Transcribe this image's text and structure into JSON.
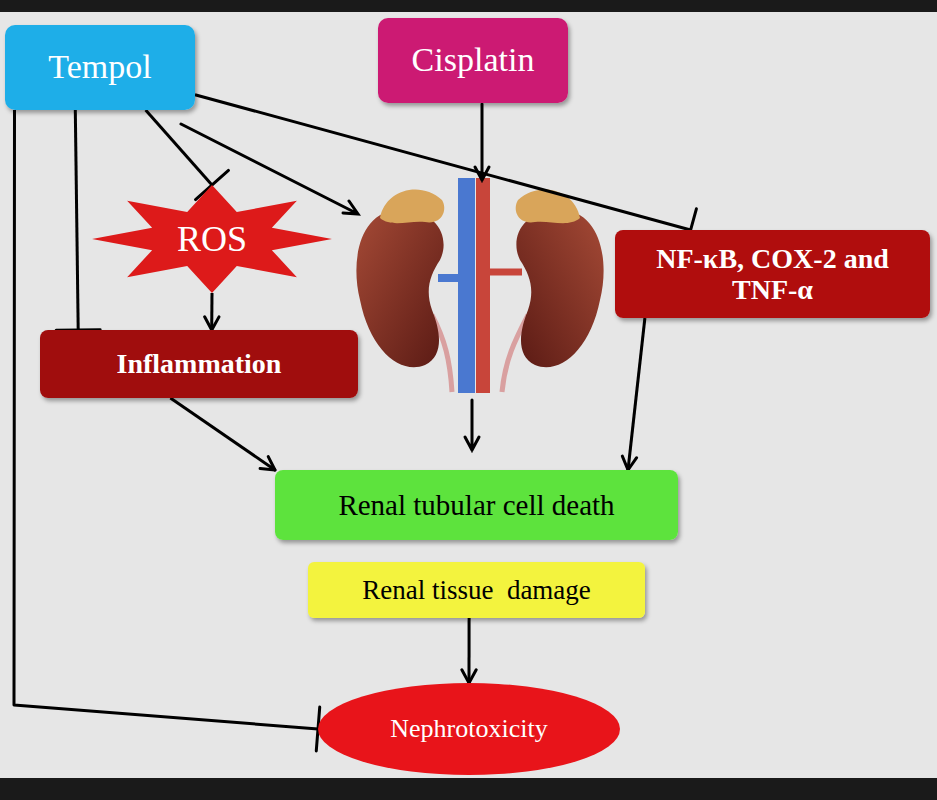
{
  "diagram": {
    "nodes": [
      {
        "text": [
          "Tempol"
        ]
      },
      {
        "text": [
          "Cisplatin"
        ]
      },
      {
        "text": [
          "ROS"
        ]
      },
      {
        "text": [
          "NF-κB, COX-2 and TNF-α"
        ]
      },
      {
        "text": [
          "Inflammation"
        ]
      },
      {
        "text": [
          "Renal tubular cell death"
        ]
      },
      {
        "text": [
          "Renal tissue  damage"
        ]
      },
      {
        "text": [
          "Nephrotoxicity"
        ]
      }
    ],
    "edges": [
      {
        "from": 0,
        "to": 2,
        "arrow": "to"
      },
      {
        "from": 0,
        "to": 4,
        "arrow": "to"
      },
      {
        "from": 0,
        "to": 3,
        "arrow": "to"
      },
      {
        "from": 0,
        "to": 7,
        "arrow": "to"
      },
      {
        "from": 2,
        "to": 4,
        "arrow": "to"
      },
      {
        "from": 4,
        "to": 5,
        "arrow": "to"
      },
      {
        "from": 3,
        "to": 5,
        "arrow": "to"
      },
      {
        "from": 6,
        "to": 7,
        "arrow": "to"
      }
    ]
  }
}
